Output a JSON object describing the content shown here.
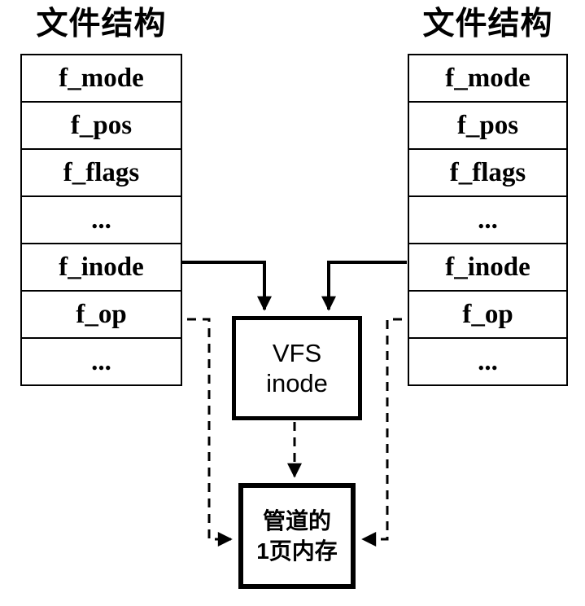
{
  "diagram": {
    "background_color": "#ffffff",
    "line_color": "#000000",
    "left_table": {
      "title": "文件结构",
      "rows": [
        "f_mode",
        "f_pos",
        "f_flags",
        "...",
        "f_inode",
        "f_op",
        "..."
      ]
    },
    "right_table": {
      "title": "文件结构",
      "rows": [
        "f_mode",
        "f_pos",
        "f_flags",
        "...",
        "f_inode",
        "f_op",
        "..."
      ]
    },
    "vfs_box": {
      "line1": "VFS",
      "line2": "inode"
    },
    "pipe_box": {
      "line1": "管道的",
      "line2": "1页内存"
    }
  }
}
